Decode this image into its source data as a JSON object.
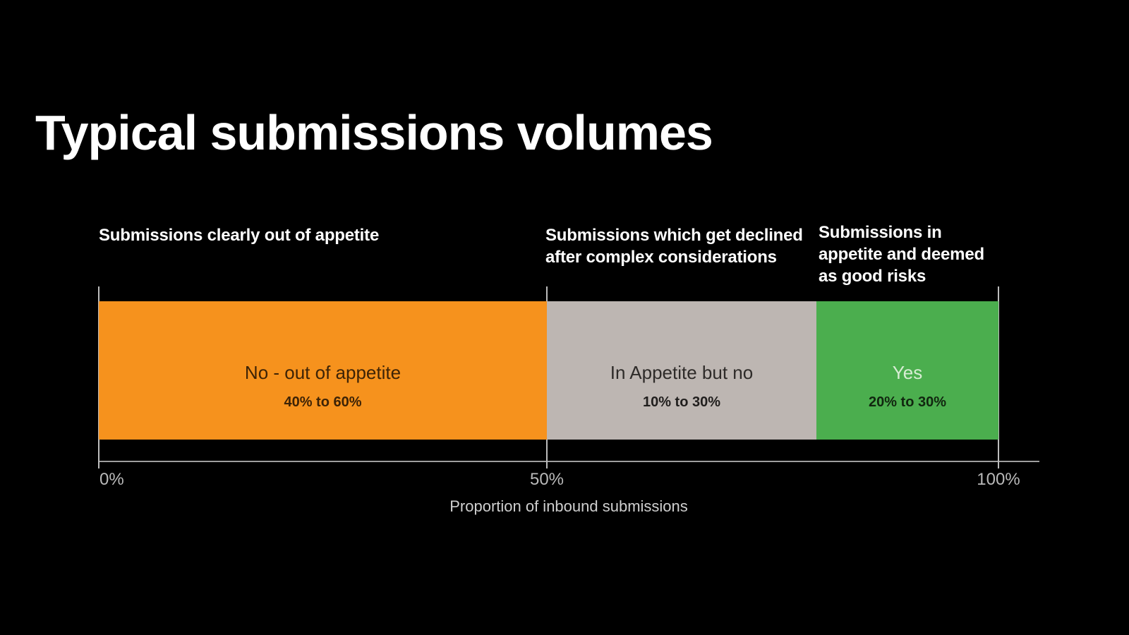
{
  "slide": {
    "title": "Typical submissions volumes"
  },
  "chart_data": {
    "type": "bar",
    "subtype": "horizontal-stacked-100pct",
    "title": "Typical submissions volumes",
    "xlabel": "Proportion of inbound submissions",
    "x_ticks": [
      "0%",
      "50%",
      "100%"
    ],
    "xlim": [
      0,
      100
    ],
    "grid": false,
    "legend": "none",
    "background_color": "#000000",
    "segments": [
      {
        "header": "Submissions clearly out of appetite",
        "label": "No - out of appetite",
        "range": "40% to 60%",
        "start_pct": 0,
        "end_pct": 50,
        "width_pct": 50,
        "color": "#F6921D",
        "label_color": "#3D2306",
        "range_color": "#3D2306"
      },
      {
        "header": "Submissions which get declined\nafter complex considerations",
        "label": "In Appetite but no",
        "range": "10% to 30%",
        "start_pct": 50,
        "end_pct": 80,
        "width_pct": 30,
        "color": "#BDB6B2",
        "label_color": "#2E2B29",
        "range_color": "#201E1D"
      },
      {
        "header": "Submissions in\nappetite and deemed\nas good risks",
        "label": "Yes",
        "range": "20% to 30%",
        "start_pct": 80,
        "end_pct": 100,
        "width_pct": 20,
        "color": "#4BAE4E",
        "label_color": "#D8EDD4",
        "range_color": "#11260F"
      }
    ],
    "axis": {
      "tick_line_color": "#BDBDBD",
      "axis_line_color": "#9E9E9E",
      "tick_label_color": "#B9B9B9",
      "axis_title_color": "#CFCFCF"
    }
  }
}
